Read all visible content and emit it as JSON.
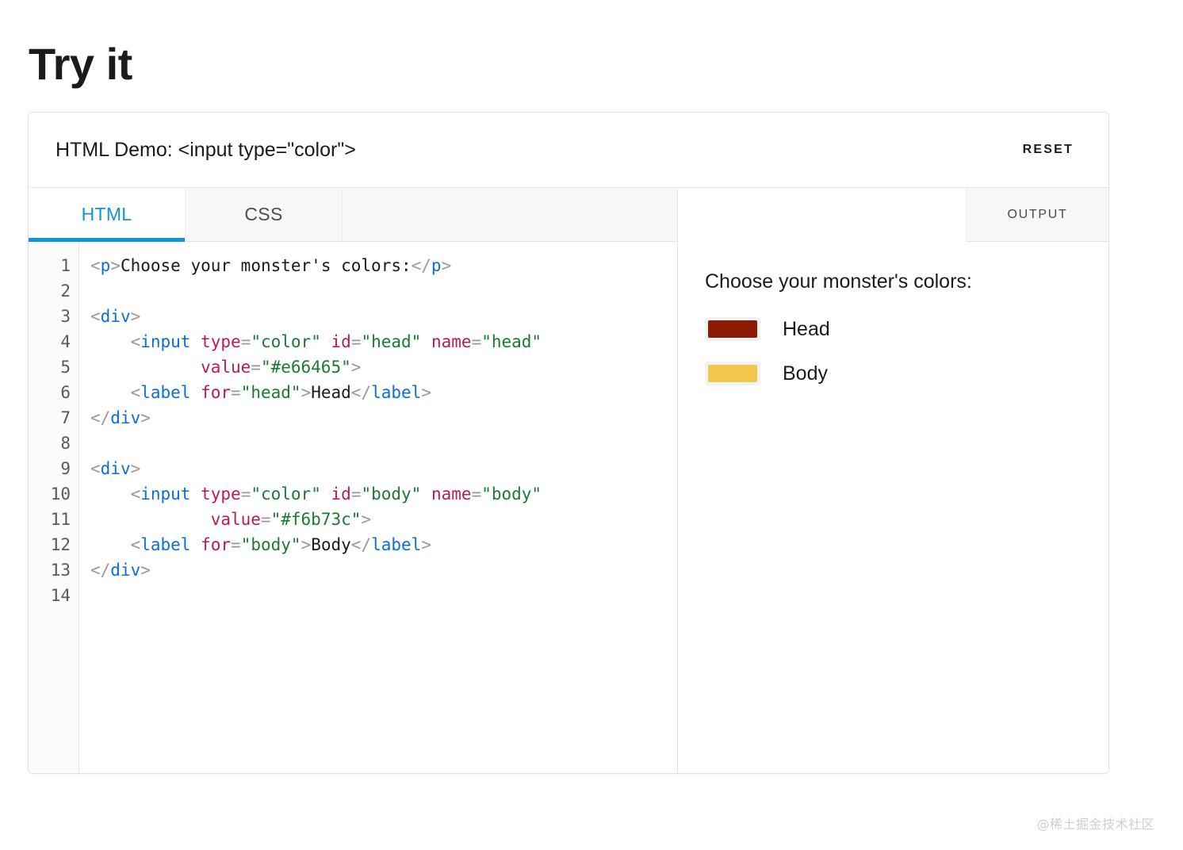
{
  "page": {
    "title": "Try it",
    "watermark": "@稀土掘金技术社区"
  },
  "demo": {
    "header": {
      "title": "HTML Demo: <input type=\"color\">",
      "reset_label": "RESET"
    },
    "editor": {
      "tabs": [
        {
          "label": "HTML",
          "active": true
        },
        {
          "label": "CSS",
          "active": false
        }
      ],
      "line_numbers": [
        "1",
        "2",
        "3",
        "4",
        "5",
        "6",
        "7",
        "8",
        "9",
        "10",
        "11",
        "12",
        "13",
        "14"
      ],
      "code_lines": [
        [
          {
            "t": "punct",
            "s": "<"
          },
          {
            "t": "tag",
            "s": "p"
          },
          {
            "t": "punct",
            "s": ">"
          },
          {
            "t": "text",
            "s": "Choose your monster's colors:"
          },
          {
            "t": "punct",
            "s": "</"
          },
          {
            "t": "tag",
            "s": "p"
          },
          {
            "t": "punct",
            "s": ">"
          }
        ],
        [],
        [
          {
            "t": "punct",
            "s": "<"
          },
          {
            "t": "tag",
            "s": "div"
          },
          {
            "t": "punct",
            "s": ">"
          }
        ],
        [
          {
            "t": "text",
            "s": "    "
          },
          {
            "t": "punct",
            "s": "<"
          },
          {
            "t": "tag",
            "s": "input"
          },
          {
            "t": "text",
            "s": " "
          },
          {
            "t": "attr",
            "s": "type"
          },
          {
            "t": "punct",
            "s": "="
          },
          {
            "t": "string",
            "s": "\"color\""
          },
          {
            "t": "text",
            "s": " "
          },
          {
            "t": "attr",
            "s": "id"
          },
          {
            "t": "punct",
            "s": "="
          },
          {
            "t": "string",
            "s": "\"head\""
          },
          {
            "t": "text",
            "s": " "
          },
          {
            "t": "attr",
            "s": "name"
          },
          {
            "t": "punct",
            "s": "="
          },
          {
            "t": "string",
            "s": "\"head\""
          }
        ],
        [
          {
            "t": "text",
            "s": "           "
          },
          {
            "t": "attr",
            "s": "value"
          },
          {
            "t": "punct",
            "s": "="
          },
          {
            "t": "string",
            "s": "\"#e66465\""
          },
          {
            "t": "punct",
            "s": ">"
          }
        ],
        [
          {
            "t": "text",
            "s": "    "
          },
          {
            "t": "punct",
            "s": "<"
          },
          {
            "t": "tag",
            "s": "label"
          },
          {
            "t": "text",
            "s": " "
          },
          {
            "t": "attr",
            "s": "for"
          },
          {
            "t": "punct",
            "s": "="
          },
          {
            "t": "string",
            "s": "\"head\""
          },
          {
            "t": "punct",
            "s": ">"
          },
          {
            "t": "text",
            "s": "Head"
          },
          {
            "t": "punct",
            "s": "</"
          },
          {
            "t": "tag",
            "s": "label"
          },
          {
            "t": "punct",
            "s": ">"
          }
        ],
        [
          {
            "t": "punct",
            "s": "</"
          },
          {
            "t": "tag",
            "s": "div"
          },
          {
            "t": "punct",
            "s": ">"
          }
        ],
        [],
        [
          {
            "t": "punct",
            "s": "<"
          },
          {
            "t": "tag",
            "s": "div"
          },
          {
            "t": "punct",
            "s": ">"
          }
        ],
        [
          {
            "t": "text",
            "s": "    "
          },
          {
            "t": "punct",
            "s": "<"
          },
          {
            "t": "tag",
            "s": "input"
          },
          {
            "t": "text",
            "s": " "
          },
          {
            "t": "attr",
            "s": "type"
          },
          {
            "t": "punct",
            "s": "="
          },
          {
            "t": "string",
            "s": "\"color\""
          },
          {
            "t": "text",
            "s": " "
          },
          {
            "t": "attr",
            "s": "id"
          },
          {
            "t": "punct",
            "s": "="
          },
          {
            "t": "string",
            "s": "\"body\""
          },
          {
            "t": "text",
            "s": " "
          },
          {
            "t": "attr",
            "s": "name"
          },
          {
            "t": "punct",
            "s": "="
          },
          {
            "t": "string",
            "s": "\"body\""
          }
        ],
        [
          {
            "t": "text",
            "s": "            "
          },
          {
            "t": "attr",
            "s": "value"
          },
          {
            "t": "punct",
            "s": "="
          },
          {
            "t": "string",
            "s": "\"#f6b73c\""
          },
          {
            "t": "punct",
            "s": ">"
          }
        ],
        [
          {
            "t": "text",
            "s": "    "
          },
          {
            "t": "punct",
            "s": "<"
          },
          {
            "t": "tag",
            "s": "label"
          },
          {
            "t": "text",
            "s": " "
          },
          {
            "t": "attr",
            "s": "for"
          },
          {
            "t": "punct",
            "s": "="
          },
          {
            "t": "string",
            "s": "\"body\""
          },
          {
            "t": "punct",
            "s": ">"
          },
          {
            "t": "text",
            "s": "Body"
          },
          {
            "t": "punct",
            "s": "</"
          },
          {
            "t": "tag",
            "s": "label"
          },
          {
            "t": "punct",
            "s": ">"
          }
        ],
        [
          {
            "t": "punct",
            "s": "</"
          },
          {
            "t": "tag",
            "s": "div"
          },
          {
            "t": "punct",
            "s": ">"
          }
        ],
        []
      ]
    },
    "output": {
      "tab_label": "OUTPUT",
      "heading": "Choose your monster's colors:",
      "color_inputs": [
        {
          "id": "head",
          "label": "Head",
          "value": "#8a1c06"
        },
        {
          "id": "body",
          "label": "Body",
          "value": "#f0c74a"
        }
      ]
    }
  },
  "theme": {
    "accent_blue": "#1293d2",
    "syntax_tag": "#0d6dd8",
    "syntax_attr": "#bd1b4f",
    "syntax_string": "#1a7a33",
    "syntax_punct": "#999999"
  }
}
